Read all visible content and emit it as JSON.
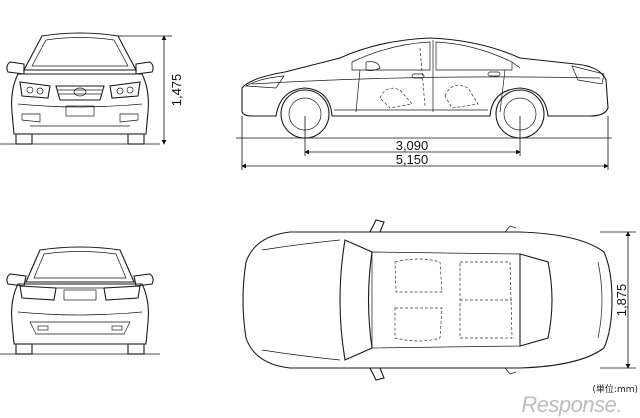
{
  "dimensions": {
    "height": "1,475",
    "wheelbase": "3,090",
    "overall_length": "5,150",
    "width": "1,875"
  },
  "unit_note": "(単位:mm)",
  "watermark": "Response.",
  "colors": {
    "line": "#1a1a1a",
    "watermark": "#bdbdbd",
    "background": "#ffffff"
  }
}
